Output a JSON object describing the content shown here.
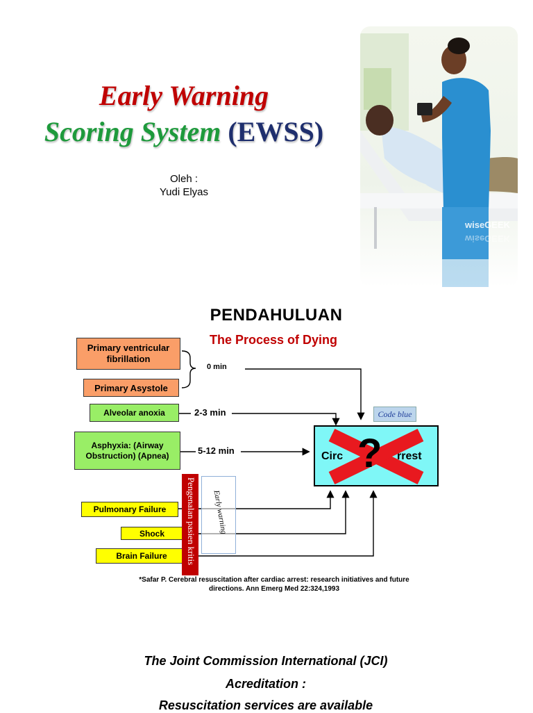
{
  "slide1": {
    "title_line1": "Early Warning",
    "title_line2_italic": "Scoring System",
    "title_line2_abbrev": "(EWSS)",
    "author_prefix": "Oleh :",
    "author_name": "Yudi Elyas",
    "photo_watermark": "wiseGEEK"
  },
  "slide2": {
    "heading": "PENDAHULUAN",
    "subtitle": "The Process of Dying",
    "causes": {
      "vf": "Primary ventricular fibrillation",
      "asystole": "Primary Asystole",
      "anoxia": "Alveolar anoxia",
      "asphyxia": "Asphyxia: (Airway Obstruction) (Apnea)",
      "pulmonary": "Pulmonary Failure",
      "shock": "Shock",
      "brain": "Brain Failure"
    },
    "times": {
      "t0": "0 min",
      "t1": "2-3 min",
      "t2": "5-12 min"
    },
    "code_blue": "Code blue",
    "arrest_left": "Circ",
    "arrest_right": "rrest",
    "arrest_mark": "?",
    "band_text": "Pengenalan pasien kritis",
    "early_warning": "Early warning",
    "reference": "*Safar P. Cerebral resuscitation after cardiac arrest: research initiatives and future directions. Ann Emerg Med 22:324,1993",
    "colors": {
      "red": "#c00000",
      "cyan": "#7ff7f7",
      "orange": "#fa9e68",
      "green": "#99ee66",
      "yellow": "#ffff00"
    }
  },
  "slide3": {
    "line1": "The Joint Commission International (JCI)",
    "line2": "Acreditation :",
    "line3": "Resuscitation services are available"
  }
}
